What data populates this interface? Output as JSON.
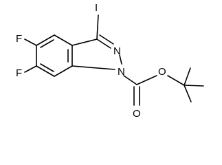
{
  "molecule": {
    "atom_labels": {
      "iodine": "I",
      "nitrogen_2": "N",
      "nitrogen_1": "N",
      "fluorine_5": "F",
      "fluorine_6": "F",
      "oxygen_ester": "O",
      "oxygen_carbonyl": "O"
    },
    "colors": {
      "bond": "#000000",
      "label": "#000000",
      "background": "#ffffff"
    }
  }
}
